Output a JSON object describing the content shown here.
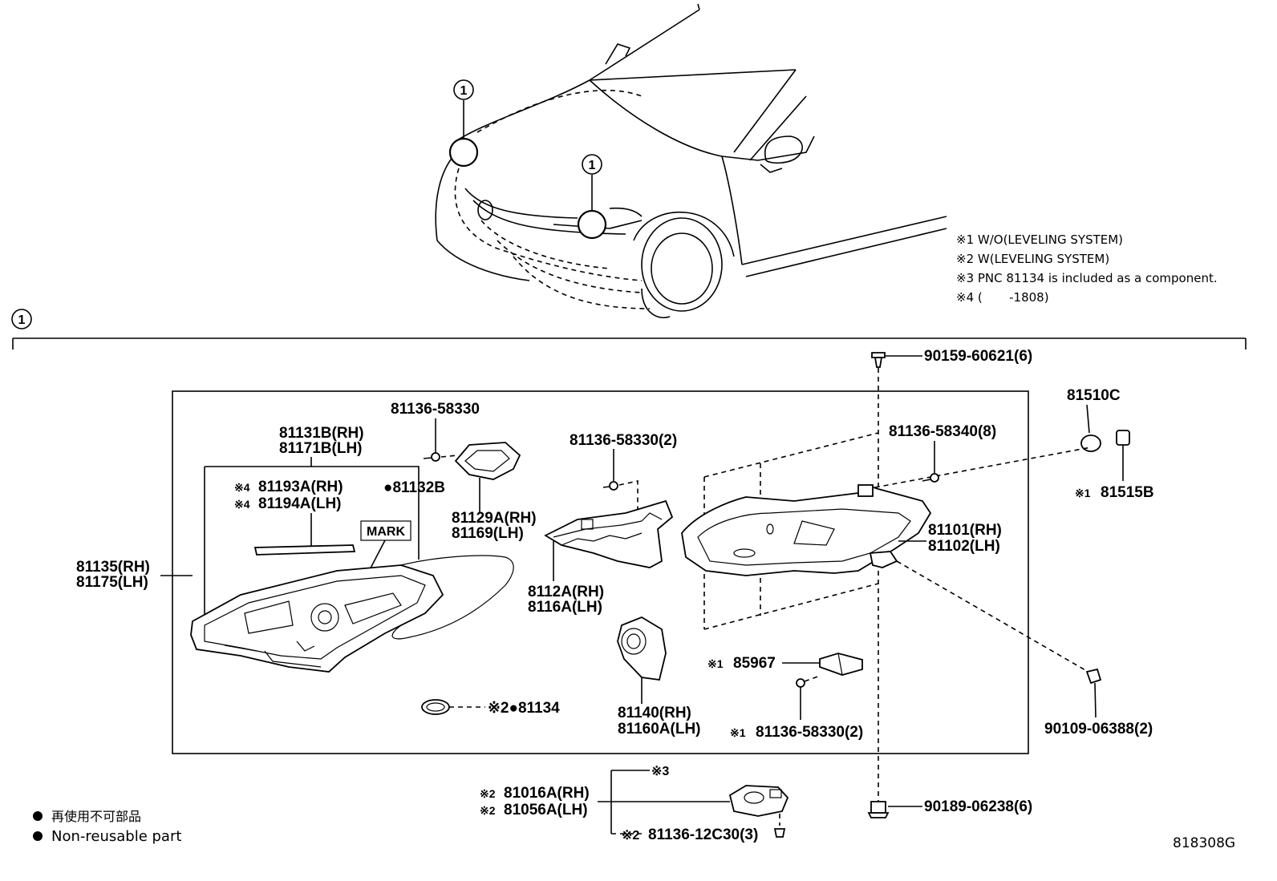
{
  "notes": {
    "n1": "※1 W/O(LEVELING SYSTEM)",
    "n2": "※2 W(LEVELING SYSTEM)",
    "n3": "※3 PNC 81134 is included as a component.",
    "n4": "※4 (       -1808)"
  },
  "callout": "1",
  "parts": {
    "p90159": "90159-60621(6)",
    "p81510c": "81510C",
    "p81515b_mark": "※1",
    "p81515b": "81515B",
    "p81136_58340": "81136-58340(8)",
    "p81101": "81101(RH)",
    "p81102": "81102(LH)",
    "p90109": "90109-06388(2)",
    "p81136_58330_a": "81136-58330",
    "p81131b": "81131B(RH)",
    "p81171b": "81171B(LH)",
    "p81193a_mark": "※4",
    "p81193a": "81193A(RH)",
    "p81194a_mark": "※4",
    "p81194a": "81194A(LH)",
    "p81132b": "●81132B",
    "mark": "MARK",
    "p81135": "81135(RH)",
    "p81175": "81175(LH)",
    "p81129a": "81129A(RH)",
    "p81169": "81169(LH)",
    "p81136_58330_b": "81136-58330(2)",
    "p8112a": "8112A(RH)",
    "p8116a": "8116A(LH)",
    "p81140": "81140(RH)",
    "p81160a": "81160A(LH)",
    "p85967_mark": "※1",
    "p85967": "85967",
    "p81136_58330_c_mark": "※1",
    "p81136_58330_c": "81136-58330(2)",
    "p81134": "※2●81134",
    "p81016a_mark": "※2",
    "p81016a": "81016A(RH)",
    "p81056a_mark": "※2",
    "p81056a": "81056A(LH)",
    "p81136_12c30_mark": "※2",
    "p81136_12c30": "81136-12C30(3)",
    "note3_ref": "※3",
    "p90189": "90189-06238(6)"
  },
  "legend": {
    "jp": "再使用不可部品",
    "en": "Non-reusable part"
  },
  "diagram_code": "818308G"
}
